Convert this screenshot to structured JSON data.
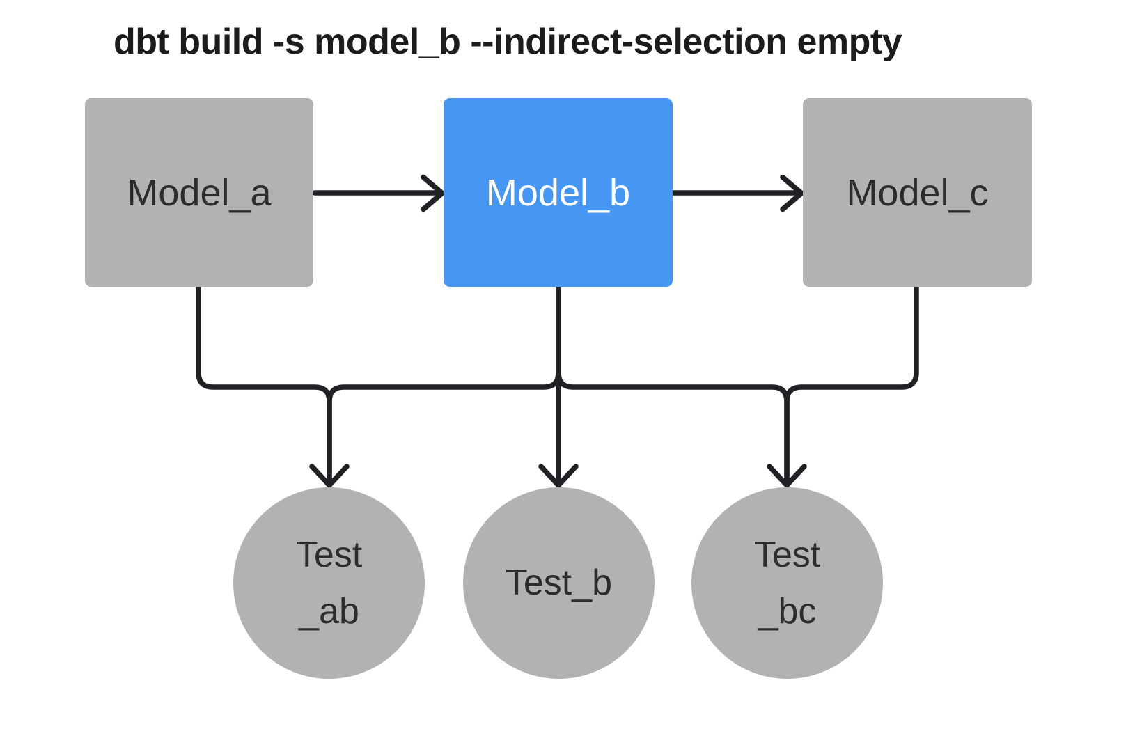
{
  "title": "dbt build -s model_b --indirect-selection empty",
  "colors": {
    "background": "#ffffff",
    "node_gray": "#b2b2b2",
    "node_blue": "#4696f3",
    "edge": "#1f2124",
    "label_dark": "#2c2c2e",
    "label_light": "#ffffff",
    "title_color": "#1c1c1e"
  },
  "nodes": {
    "model_a": {
      "label": "Model_a",
      "shape": "box",
      "highlighted": false
    },
    "model_b": {
      "label": "Model_b",
      "shape": "box",
      "highlighted": true
    },
    "model_c": {
      "label": "Model_c",
      "shape": "box",
      "highlighted": false
    },
    "test_ab": {
      "lines": [
        "Test",
        "_ab"
      ],
      "shape": "circle"
    },
    "test_b": {
      "label": "Test_b",
      "shape": "circle"
    },
    "test_bc": {
      "lines": [
        "Test",
        "_bc"
      ],
      "shape": "circle"
    }
  },
  "edges": [
    {
      "from": "model_a",
      "to": "model_b"
    },
    {
      "from": "model_b",
      "to": "model_c"
    },
    {
      "from": "model_a",
      "to": "test_ab"
    },
    {
      "from": "model_b",
      "to": "test_ab"
    },
    {
      "from": "model_b",
      "to": "test_b"
    },
    {
      "from": "model_b",
      "to": "test_bc"
    },
    {
      "from": "model_c",
      "to": "test_bc"
    }
  ]
}
